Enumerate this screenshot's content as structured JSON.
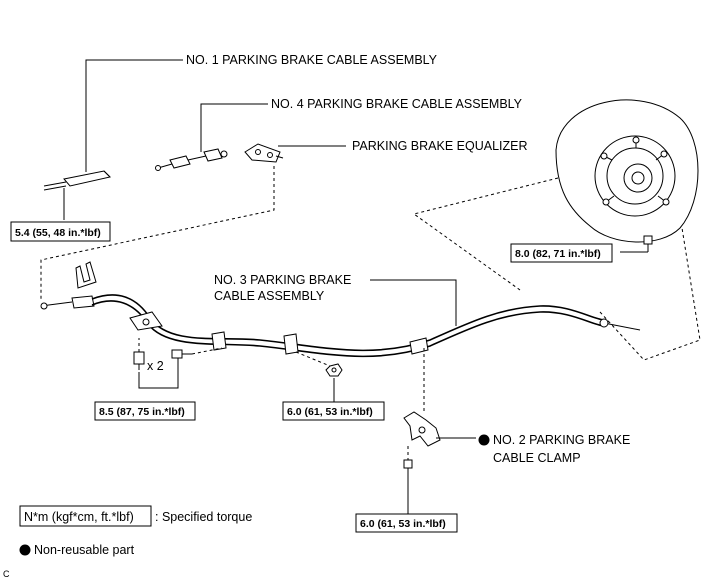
{
  "labels": {
    "cable1": "NO. 1 PARKING BRAKE CABLE ASSEMBLY",
    "cable4": "NO. 4 PARKING BRAKE CABLE ASSEMBLY",
    "equalizer": "PARKING BRAKE EQUALIZER",
    "cable3_line1": "NO. 3 PARKING BRAKE",
    "cable3_line2": "CABLE ASSEMBLY",
    "clamp_line1": "NO. 2 PARKING BRAKE",
    "clamp_line2": "CABLE CLAMP",
    "x2": "x 2"
  },
  "torques": {
    "t1": "5.4 (55, 48 in.*lbf)",
    "t2": "8.0 (82, 71 in.*lbf)",
    "t3": "8.5 (87, 75 in.*lbf)",
    "t4": "6.0 (61, 53 in.*lbf)",
    "t5": "6.0 (61, 53 in.*lbf)"
  },
  "legend": {
    "unit_box": "N*m (kgf*cm, ft.*lbf)",
    "unit_desc": ": Specified torque",
    "nonreusable": "Non-reusable part"
  },
  "corner_code": "C"
}
